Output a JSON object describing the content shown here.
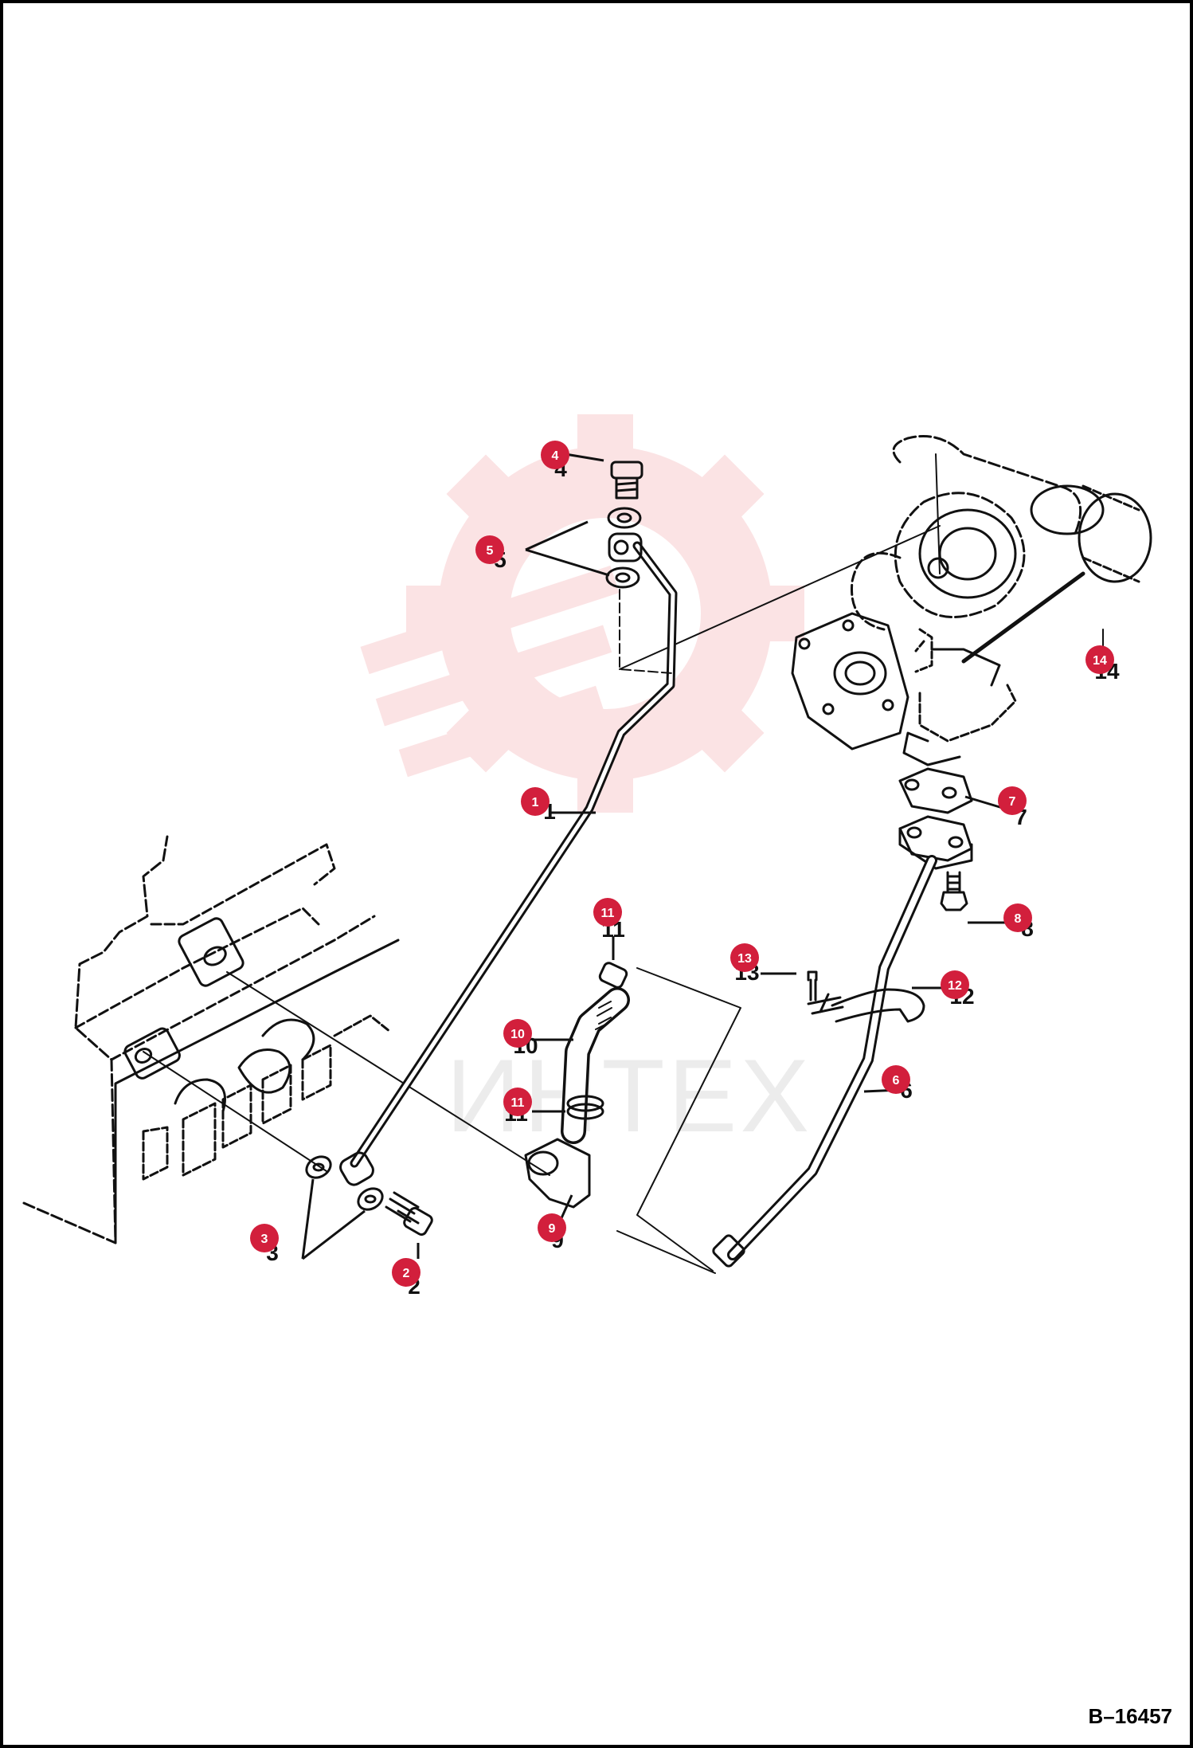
{
  "figure_id": "B–16457",
  "watermark": {
    "text": "ИНТЕХ"
  },
  "colors": {
    "callout": "#d21f3c",
    "line": "#111111",
    "watermark_red": "#e0232e"
  },
  "callouts": [
    {
      "number": "1"
    },
    {
      "number": "2"
    },
    {
      "number": "3"
    },
    {
      "number": "4"
    },
    {
      "number": "5"
    },
    {
      "number": "6"
    },
    {
      "number": "7"
    },
    {
      "number": "8"
    },
    {
      "number": "9"
    },
    {
      "number": "10"
    },
    {
      "number": "11"
    },
    {
      "number": "11"
    },
    {
      "number": "12"
    },
    {
      "number": "13"
    },
    {
      "number": "14"
    }
  ]
}
